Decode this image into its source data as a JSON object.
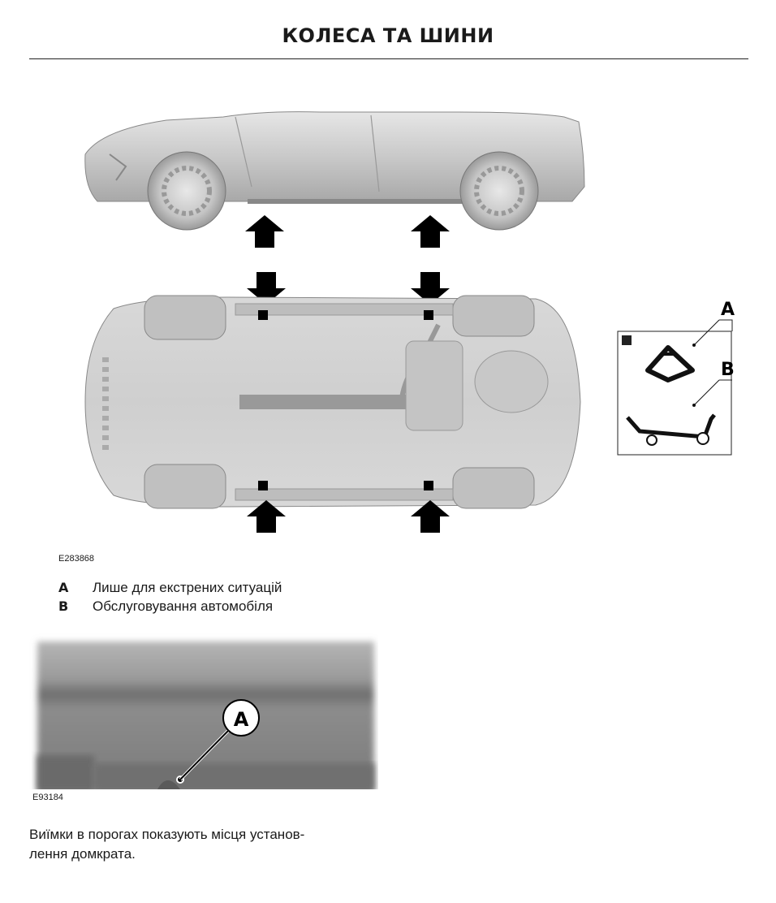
{
  "header": {
    "title": "КОЛЕСА ТА ШИНИ"
  },
  "figure1": {
    "id": "E283868",
    "inset_label_a": "A",
    "inset_label_b": "B"
  },
  "legend": [
    {
      "key": "A",
      "text": "Лише для екстрених ситуацій"
    },
    {
      "key": "B",
      "text": "Обслуговування автомобіля"
    }
  ],
  "figure2": {
    "id": "E93184",
    "callout": "A"
  },
  "caption": {
    "line1": "Виїмки в порогах показують місця установ-",
    "line2": "лення домкрата."
  }
}
